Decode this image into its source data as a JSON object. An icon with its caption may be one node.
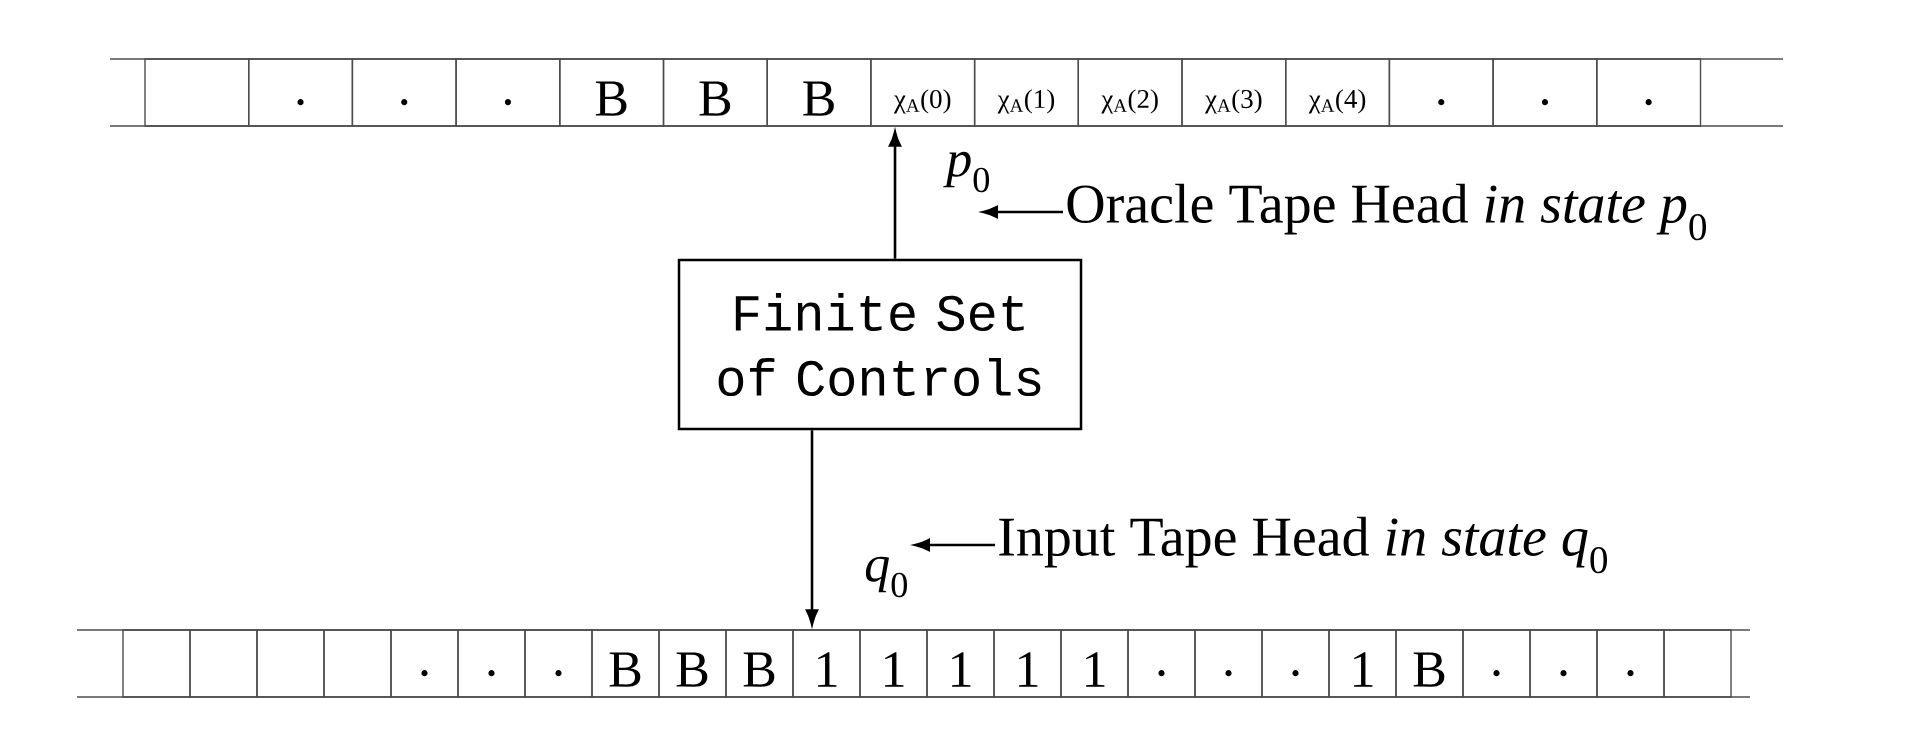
{
  "diagram": {
    "nodes": [
      {
        "text": [],
        "shape": "box"
      },
      {
        "text": [
          "."
        ]
      },
      {
        "text": [
          "."
        ]
      },
      {
        "text": [
          "."
        ]
      },
      {
        "text": [
          "B"
        ]
      },
      {
        "text": [
          "B"
        ]
      },
      {
        "text": [
          "B"
        ]
      },
      {
        "text": [
          "χ$_{A}$(0)"
        ]
      },
      {
        "text": [
          "χ$_{A}$(1)"
        ]
      },
      {
        "text": [
          "χ$_{A}$(2)"
        ]
      },
      {
        "text": [
          "χ$_{A}$(3)"
        ]
      },
      {
        "text": [
          "χ$_{A}$(4)"
        ]
      },
      {
        "text": [
          "."
        ]
      },
      {
        "text": [
          "."
        ]
      },
      {
        "text": [
          "."
        ]
      },
      {
        "text": [
          "Finite Set of Controls"
        ]
      },
      {
        "text": [
          "Oracle Tape Head *in state p*$_{0}$"
        ]
      },
      {
        "text": [
          "Input Tape Head *in state q*$_{0}$"
        ]
      },
      {
        "text": [],
        "shape": "box"
      },
      {
        "text": [],
        "shape": "box"
      },
      {
        "text": [],
        "shape": "box"
      },
      {
        "text": [],
        "shape": "box"
      },
      {
        "text": [
          "."
        ]
      },
      {
        "text": [
          "."
        ]
      },
      {
        "text": [
          "."
        ]
      },
      {
        "text": [
          "B"
        ]
      },
      {
        "text": [
          "B"
        ]
      },
      {
        "text": [
          "B"
        ]
      },
      {
        "text": [
          "1"
        ]
      },
      {
        "text": [
          "1"
        ]
      },
      {
        "text": [
          "1"
        ]
      },
      {
        "text": [
          "1"
        ]
      },
      {
        "text": [
          "1"
        ]
      },
      {
        "text": [
          "."
        ]
      },
      {
        "text": [
          "."
        ]
      },
      {
        "text": [
          "."
        ]
      },
      {
        "text": [
          "1"
        ]
      },
      {
        "text": [
          "B"
        ]
      },
      {
        "text": [
          "."
        ]
      },
      {
        "text": [
          "."
        ]
      },
      {
        "text": [
          "."
        ]
      },
      {
        "text": [],
        "shape": "box"
      }
    ],
    "edges": [
      {
        "from": 15,
        "to": 7,
        "arrow": "to",
        "label": "*p*$_{0}$"
      },
      {
        "from": 15,
        "to": 28,
        "arrow": "to",
        "label": "*q*$_{0}$"
      },
      {
        "from": 16,
        "to": null,
        "arrow": "to"
      },
      {
        "from": 17,
        "to": null,
        "arrow": "to"
      }
    ]
  }
}
